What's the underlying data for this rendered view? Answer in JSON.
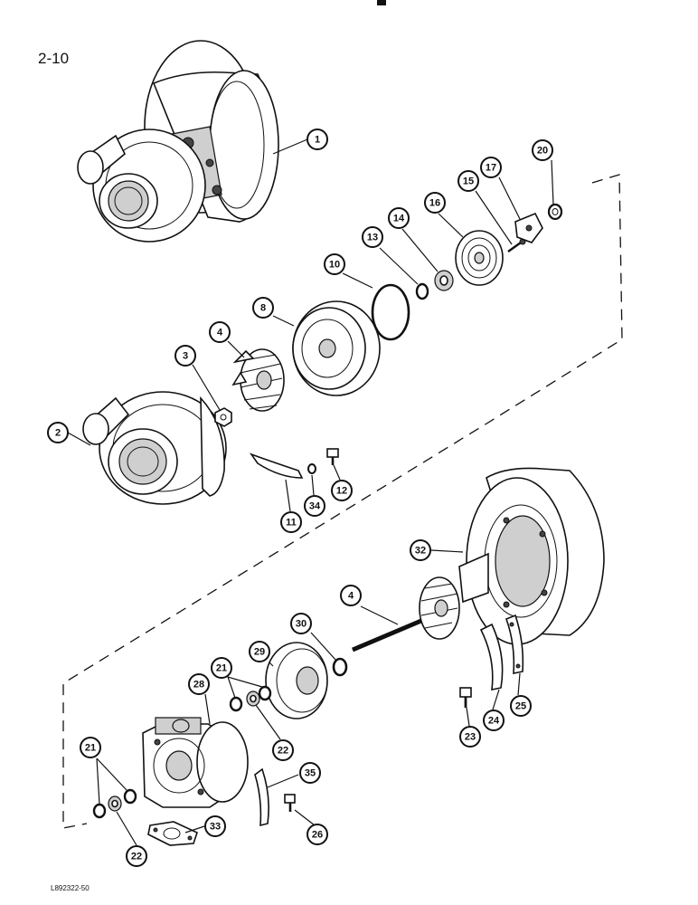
{
  "page": {
    "page_number": "2-10",
    "figure_code": "L892322-50"
  },
  "callouts": [
    {
      "id": "c1",
      "label": "1"
    },
    {
      "id": "c2",
      "label": "2"
    },
    {
      "id": "c3",
      "label": "3"
    },
    {
      "id": "c4a",
      "label": "4"
    },
    {
      "id": "c8",
      "label": "8"
    },
    {
      "id": "c10",
      "label": "10"
    },
    {
      "id": "c13",
      "label": "13"
    },
    {
      "id": "c14",
      "label": "14"
    },
    {
      "id": "c16",
      "label": "16"
    },
    {
      "id": "c15",
      "label": "15"
    },
    {
      "id": "c17",
      "label": "17"
    },
    {
      "id": "c20",
      "label": "20"
    },
    {
      "id": "c11",
      "label": "11"
    },
    {
      "id": "c34",
      "label": "34"
    },
    {
      "id": "c12",
      "label": "12"
    },
    {
      "id": "c32",
      "label": "32"
    },
    {
      "id": "c4b",
      "label": "4"
    },
    {
      "id": "c30",
      "label": "30"
    },
    {
      "id": "c29",
      "label": "29"
    },
    {
      "id": "c28",
      "label": "28"
    },
    {
      "id": "c21a",
      "label": "21"
    },
    {
      "id": "c22a",
      "label": "22"
    },
    {
      "id": "c21b",
      "label": "21"
    },
    {
      "id": "c22b",
      "label": "22"
    },
    {
      "id": "c33",
      "label": "33"
    },
    {
      "id": "c35",
      "label": "35"
    },
    {
      "id": "c26",
      "label": "26"
    },
    {
      "id": "c23",
      "label": "23"
    },
    {
      "id": "c24",
      "label": "24"
    },
    {
      "id": "c25",
      "label": "25"
    }
  ]
}
